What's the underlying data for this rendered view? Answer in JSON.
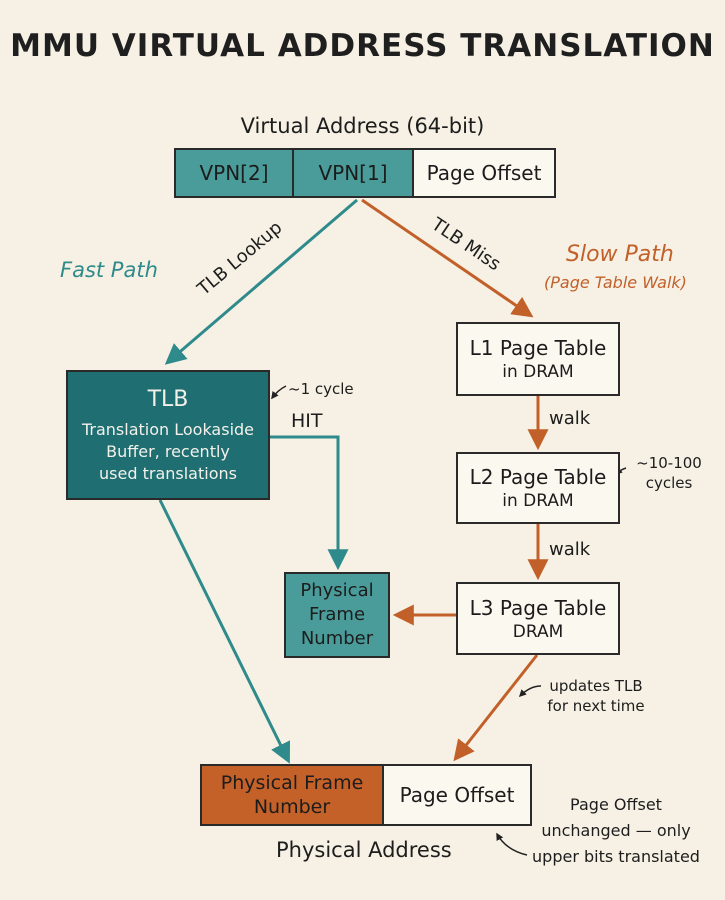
{
  "title": "MMU VIRTUAL ADDRESS TRANSLATION",
  "virtual_address": {
    "label": "Virtual Address (64-bit)",
    "fields": [
      "VPN[2]",
      "VPN[1]",
      "Page Offset"
    ]
  },
  "fast_path": {
    "label": "Fast Path",
    "edge_label": "TLB Lookup"
  },
  "slow_path": {
    "label": "Slow Path",
    "sublabel": "(Page Table Walk)",
    "edge_label": "TLB Miss"
  },
  "tlb": {
    "name": "TLB",
    "description_lines": [
      "Translation Lookaside",
      "Buffer, recently",
      "used translations"
    ],
    "latency": "~1 cycle",
    "hit_label": "HIT"
  },
  "page_tables": [
    {
      "name": "L1 Page Table",
      "location": "in DRAM"
    },
    {
      "name": "L2 Page Table",
      "location": "in DRAM"
    },
    {
      "name": "L3 Page Table",
      "location": "DRAM"
    }
  ],
  "walk_labels": [
    "walk",
    "walk"
  ],
  "walk_latency_lines": [
    "~10-100",
    "cycles"
  ],
  "pfn_box_lines": [
    "Physical",
    "Frame",
    "Number"
  ],
  "update_note_lines": [
    "updates TLB",
    "for next time"
  ],
  "physical_address": {
    "label": "Physical Address",
    "pfn_lines": [
      "Physical Frame",
      "Number"
    ],
    "offset": "Page Offset"
  },
  "offset_note_lines": [
    "Page Offset",
    "unchanged — only",
    "upper bits translated"
  ],
  "colors": {
    "teal": "#4a9c9a",
    "dark_teal": "#1f6e72",
    "orange": "#c46129",
    "teal_arrow": "#2f8a8c",
    "orange_arrow": "#c2602a",
    "background": "#f6f1e4"
  }
}
